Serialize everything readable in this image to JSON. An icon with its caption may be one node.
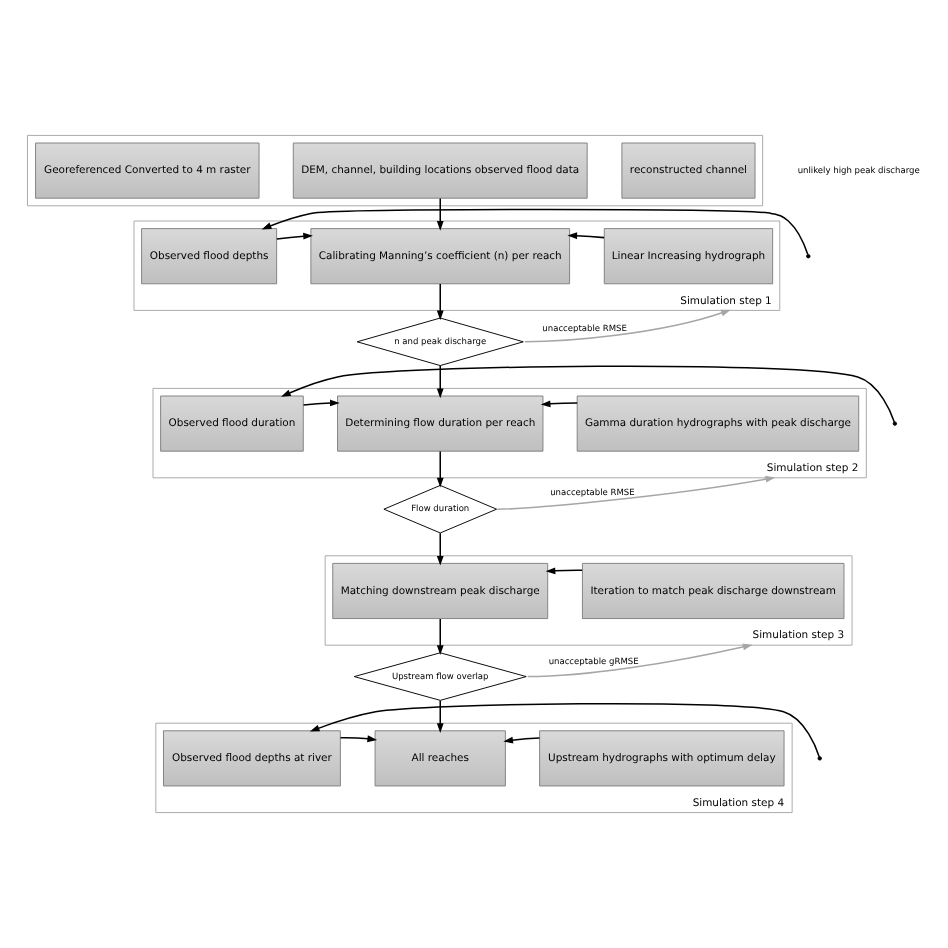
{
  "diagram": {
    "nodes": [
      {
        "text": [],
        "shape": "box"
      },
      {
        "text": [
          "Georeferenced Converted to 4 m raster"
        ],
        "in": 0
      },
      {
        "text": [
          "DEM, channel, building locations observed flood data"
        ],
        "in": 0
      },
      {
        "text": [
          "reconstructed channel"
        ],
        "in": 0
      },
      {
        "text": [
          "Simulation step 1"
        ]
      },
      {
        "text": [
          "Observed flood depths"
        ],
        "in": 4
      },
      {
        "text": [
          "Calibrating Manning’s coefficient (n) per reach"
        ],
        "in": 4
      },
      {
        "text": [
          "Linear Increasing hydrograph"
        ],
        "in": 4
      },
      {
        "text": [
          "n and peak discharge"
        ]
      },
      {
        "text": [
          "Simulation step 2"
        ]
      },
      {
        "text": [
          "Observed flood duration"
        ],
        "in": 9
      },
      {
        "text": [
          "Determining flow duration per reach"
        ],
        "in": 9
      },
      {
        "text": [
          "Gamma duration hydrographs with peak discharge"
        ],
        "in": 9
      },
      {
        "text": [
          "Flow duration"
        ]
      },
      {
        "text": [
          "Simulation step 3"
        ]
      },
      {
        "text": [
          "Matching downstream peak discharge"
        ],
        "in": 14
      },
      {
        "text": [
          "Iteration to match peak discharge downstream"
        ],
        "in": 14
      },
      {
        "text": [
          "Upstream flow overlap"
        ]
      },
      {
        "text": [
          "Simulation step 4"
        ]
      },
      {
        "text": [
          "Observed flood depths at river"
        ],
        "in": 18
      },
      {
        "text": [
          "All reaches"
        ],
        "in": 18
      },
      {
        "text": [
          "Upstream hydrographs with optimum delay"
        ],
        "in": 18
      }
    ],
    "edges": [
      {
        "from": 2,
        "to": 6,
        "arrow": "to"
      },
      {
        "from": null,
        "to": 5,
        "arrow": "to"
      },
      {
        "from": null,
        "to": 10,
        "arrow": "to"
      },
      {
        "from": null,
        "to": 19,
        "arrow": "to"
      },
      {
        "from": 5,
        "to": 6,
        "arrow": "to"
      },
      {
        "from": 7,
        "to": 6,
        "arrow": "to"
      },
      {
        "from": 6,
        "to": 8,
        "arrow": "to"
      },
      {
        "from": 8,
        "to": 11,
        "arrow": "to"
      },
      {
        "from": 8,
        "to": 4,
        "arrow": "to",
        "label": "unacceptable RMSE",
        "color": "#a6a6a6"
      },
      {
        "from": 10,
        "to": 11,
        "arrow": "to"
      },
      {
        "from": 12,
        "to": 11,
        "arrow": "to"
      },
      {
        "from": 11,
        "to": 13,
        "arrow": "to"
      },
      {
        "from": 13,
        "to": 15,
        "arrow": "to"
      },
      {
        "from": 13,
        "to": 9,
        "arrow": "to",
        "label": "unacceptable RMSE",
        "color": "#a6a6a6"
      },
      {
        "from": 16,
        "to": 15,
        "arrow": "to"
      },
      {
        "from": 15,
        "to": 17,
        "arrow": "to"
      },
      {
        "from": 17,
        "to": 20,
        "arrow": "to"
      },
      {
        "from": 17,
        "to": 14,
        "arrow": "to",
        "label": "unacceptable gRMSE",
        "color": "#a6a6a6"
      },
      {
        "from": 19,
        "to": 20,
        "arrow": "to"
      },
      {
        "from": 21,
        "to": 20,
        "arrow": "to"
      }
    ],
    "labels": [
      "unlikely high peak discharge"
    ]
  }
}
